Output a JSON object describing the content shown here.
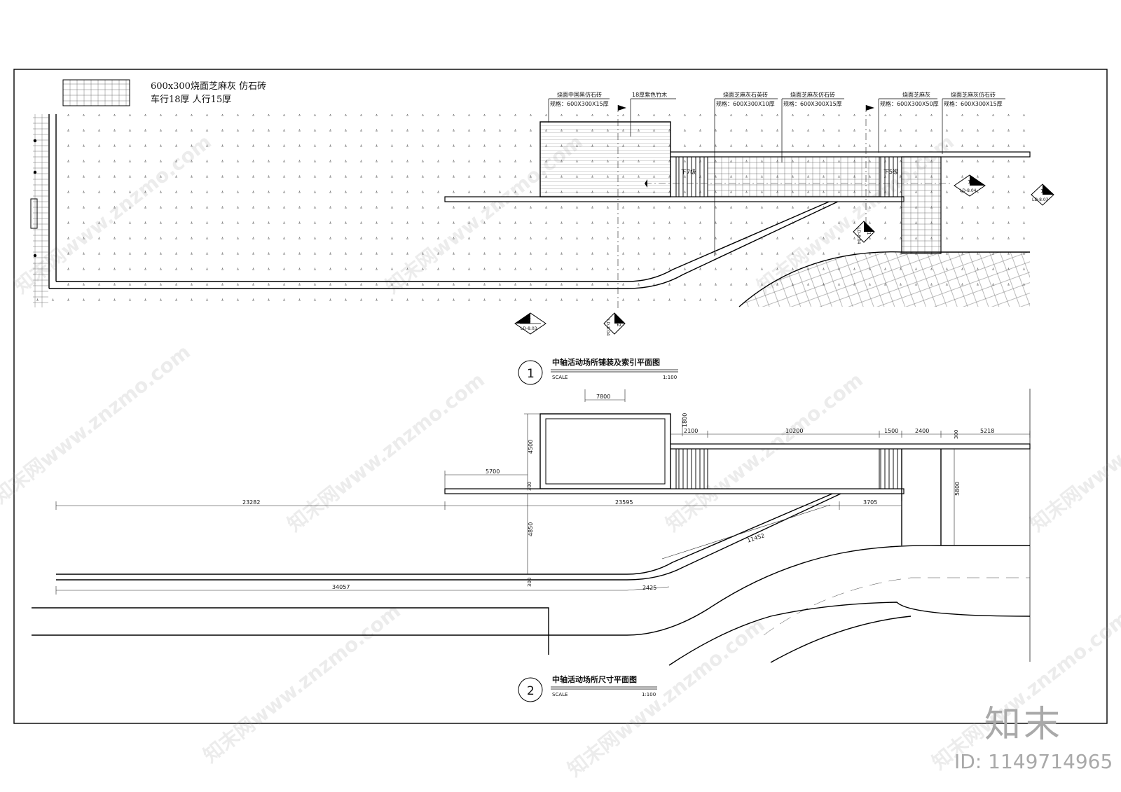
{
  "legend": {
    "line1": "600x300烧面芝麻灰 仿石砖",
    "line2": "车行18厚 人行15厚"
  },
  "labels": [
    {
      "name": "烧面中国黑仿石砖",
      "spec": "规格：600X300X15厚"
    },
    {
      "name": "18厚紫色竹木",
      "spec": ""
    },
    {
      "name": "烧面芝麻灰石英砖",
      "spec": "规格：600X300X10厚"
    },
    {
      "name": "烧面芝麻灰仿石砖",
      "spec": "规格：600X300X15厚"
    },
    {
      "name": "烧面芝麻灰",
      "spec": "规格：600X300X50厚"
    },
    {
      "name": "烧面芝麻灰仿石砖",
      "spec": "规格：600X300X15厚"
    }
  ],
  "steps": {
    "left": "下7级",
    "right": "下5级"
  },
  "section_markers": [
    {
      "num": "2",
      "ref": "LD-8.03"
    },
    {
      "num": "2",
      "ref": "LD-8.04"
    },
    {
      "num": "1",
      "ref": "LD-8.03"
    },
    {
      "num": "1",
      "ref": "LD-8.04"
    },
    {
      "num": "1",
      "ref": "LD-8.04"
    }
  ],
  "plan1": {
    "num": "1",
    "title": "中轴活动场所铺装及索引平面图",
    "scale_label": "SCALE",
    "scale": "1:100"
  },
  "plan2": {
    "num": "2",
    "title": "中轴活动场所尺寸平面图",
    "scale_label": "SCALE",
    "scale": "1:100"
  },
  "dims": {
    "d7800": "7800",
    "d1800": "1800",
    "d2100": "2100",
    "d10200": "10200",
    "d1500": "1500",
    "d2400": "2400",
    "d300a": "300",
    "d5218": "5218",
    "d4500": "4500",
    "d5700": "5700",
    "d300b": "300",
    "d23282": "23282",
    "d23595": "23595",
    "d3705": "3705",
    "d5800": "5800",
    "d4850": "4850",
    "d11452": "11452",
    "d34057": "34057",
    "d300c": "300",
    "d2425": "2425"
  },
  "watermark": "知末网www.znzmo.com",
  "brand": "知末",
  "id_text": "ID: 1149714965"
}
